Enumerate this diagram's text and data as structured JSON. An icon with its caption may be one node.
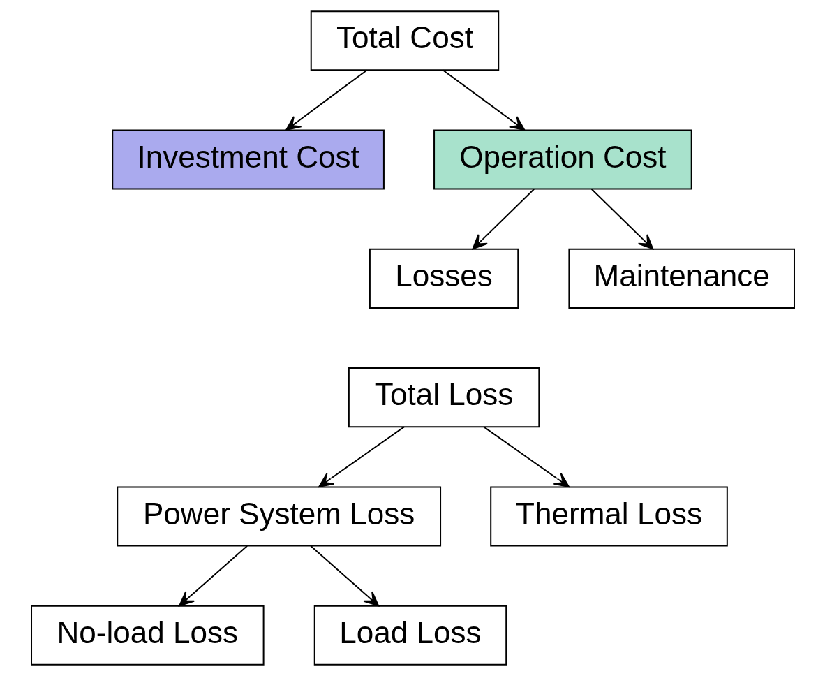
{
  "diagram": {
    "nodes": [
      {
        "text": [
          "Total Cost"
        ]
      },
      {
        "text": [
          "Investment Cost"
        ]
      },
      {
        "text": [
          "Operation Cost"
        ]
      },
      {
        "text": [
          "Losses"
        ]
      },
      {
        "text": [
          "Maintenance"
        ]
      },
      {
        "text": [
          "Total Loss"
        ]
      },
      {
        "text": [
          "Power System Loss"
        ]
      },
      {
        "text": [
          "Thermal Loss"
        ]
      },
      {
        "text": [
          "No-load Loss"
        ]
      },
      {
        "text": [
          "Load Loss"
        ]
      }
    ],
    "edges": [
      {
        "from": 0,
        "to": 1,
        "arrow": "to"
      },
      {
        "from": 0,
        "to": 2,
        "arrow": "to"
      },
      {
        "from": 2,
        "to": 3,
        "arrow": "to"
      },
      {
        "from": 2,
        "to": 4,
        "arrow": "to"
      },
      {
        "from": 5,
        "to": 6,
        "arrow": "to"
      },
      {
        "from": 5,
        "to": 7,
        "arrow": "to"
      },
      {
        "from": 6,
        "to": 8,
        "arrow": "to"
      },
      {
        "from": 6,
        "to": 9,
        "arrow": "to"
      }
    ]
  }
}
